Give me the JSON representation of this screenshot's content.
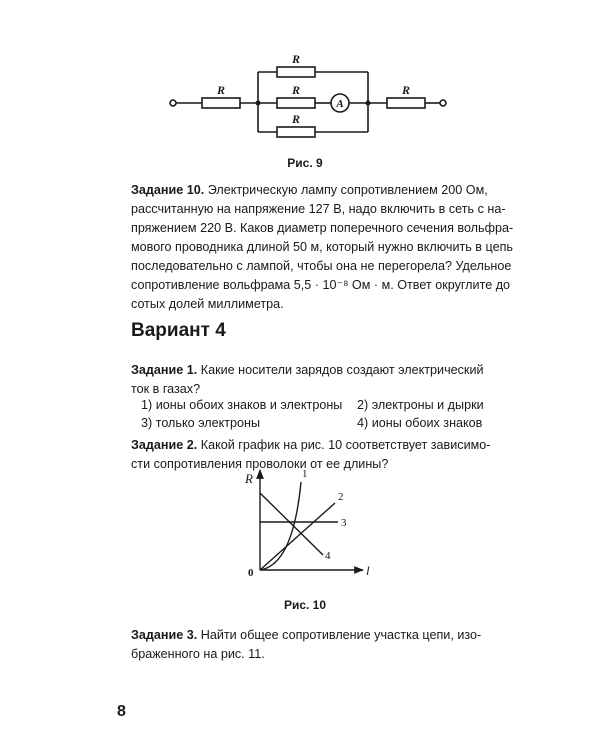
{
  "circuit": {
    "resistor_label": "R",
    "ammeter_label": "A",
    "caption": "Рис. 9"
  },
  "task10": {
    "label": "Задание 10.",
    "lines": [
      " Электрическую лампу сопротивлением 200 Ом,",
      "рассчитанную на напряжение 127 В, надо включить в сеть с на-",
      "пряжением 220 В. Каков диаметр поперечного сечения вольфра-",
      "мового проводника длиной 50 м, который нужно включить в цепь",
      "последовательно с лампой, чтобы она не перегорела? Удельное",
      "сопротивление вольфрама 5,5 · 10⁻⁸ Ом · м. Ответ округлите до",
      "сотых долей миллиметра."
    ]
  },
  "variant": {
    "title": "Вариант 4"
  },
  "task1": {
    "label": "Задание 1.",
    "lines": [
      " Какие носители зарядов создают электрический",
      "ток в газах?"
    ],
    "options": [
      "1) ионы обоих знаков и электроны",
      "2) электроны и дырки",
      "3) только электроны",
      "4) ионы обоих знаков"
    ]
  },
  "task2": {
    "label": "Задание 2.",
    "lines": [
      " Какой график на рис. 10 соответствует зависимо-",
      "сти сопротивления проволоки от ее длины?"
    ]
  },
  "graph": {
    "y_axis_label": "R",
    "x_axis_label": "l",
    "origin_label": "0",
    "curve_labels": [
      "1",
      "2",
      "3",
      "4"
    ],
    "caption": "Рис. 10"
  },
  "task3": {
    "label": "Задание 3.",
    "lines": [
      " Найти общее сопротивление участка цепи, изо-",
      "браженного на рис. 11."
    ]
  },
  "page_number": "8"
}
